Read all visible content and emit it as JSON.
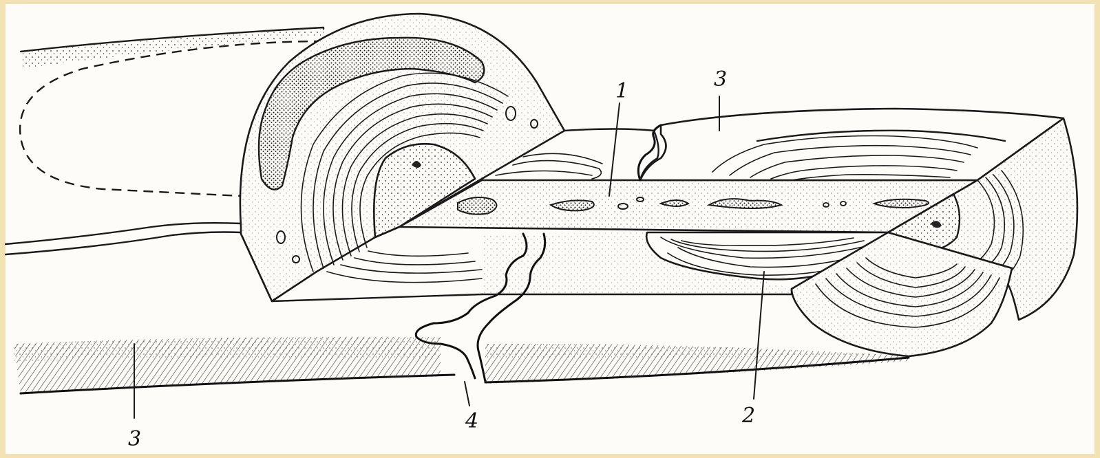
{
  "figure": {
    "background_color": "#f3e3b4",
    "paper_color": "#fdfcf8",
    "ink_color": "#1a1a1a",
    "labels": {
      "l1": "1",
      "l2": "2",
      "l3_top": "3",
      "l3_bottom": "3",
      "l4": "4"
    }
  }
}
